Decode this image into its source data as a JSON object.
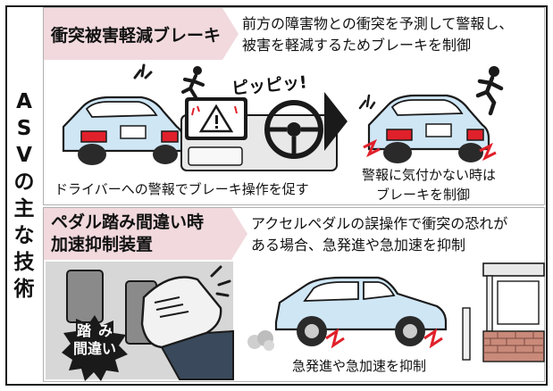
{
  "side_title": [
    "A",
    "S",
    "V",
    "の",
    "主",
    "な",
    "技",
    "術"
  ],
  "section1": {
    "title": "衝突被害軽減ブレーキ",
    "description": [
      "前方の障害物との衝突を予測して警報し、",
      "被害を軽減するためブレーキを制御"
    ],
    "alert_sound": "ピッピッ!",
    "caption_left": "ドライバーへの警報でブレーキ操作を促す",
    "caption_right": [
      "警報に気付かない時は",
      "ブレーキを制御"
    ]
  },
  "section2": {
    "title": [
      "ペダル踏み間違い時",
      "加速抑制装置"
    ],
    "description": [
      "アクセルペダルの誤操作で衝突の恐れが",
      "ある場合、急発進や急加速を抑制"
    ],
    "badge": [
      "踏",
      "み",
      "間違い"
    ],
    "caption": "急発進や急加速を抑制"
  },
  "colors": {
    "label_bg": "#f1d9dd",
    "car_body": "#cfe6f5",
    "alert_red": "#e0202a",
    "dark": "#1a1a1a"
  }
}
